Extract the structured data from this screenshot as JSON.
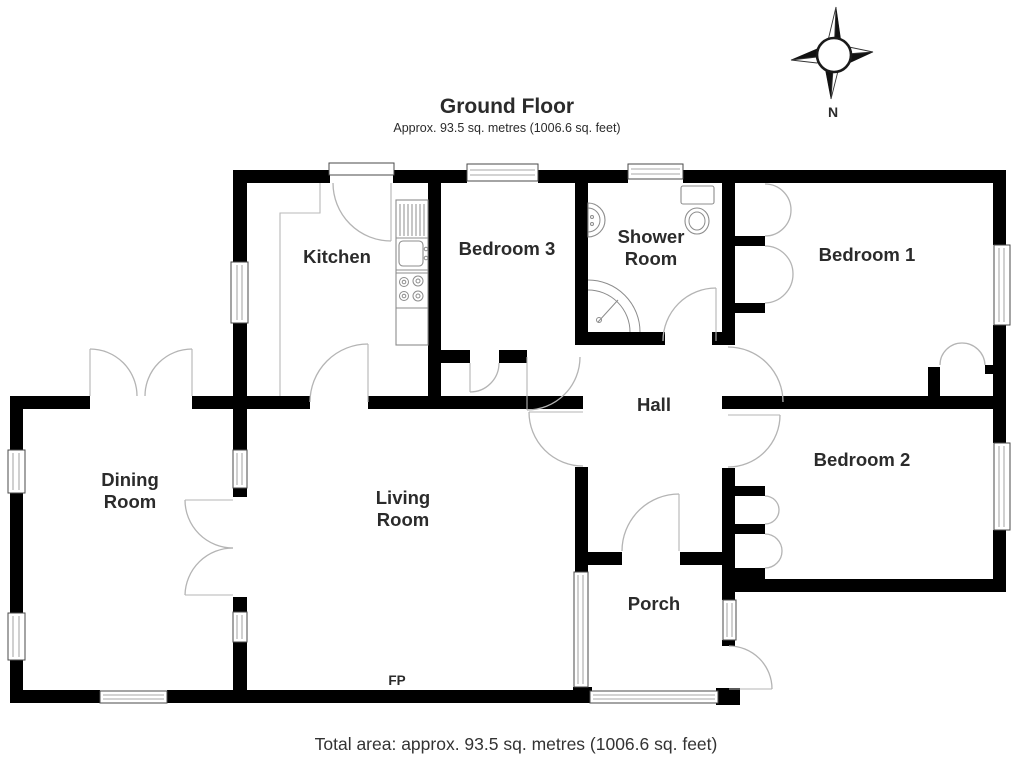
{
  "title": {
    "heading": "Ground Floor",
    "subtitle": "Approx. 93.5 sq. metres (1006.6 sq. feet)"
  },
  "footer": {
    "total_area": "Total area: approx. 93.5 sq. metres (1006.6 sq. feet)"
  },
  "compass": {
    "north": "N"
  },
  "rooms": {
    "kitchen": {
      "label": "Kitchen"
    },
    "bedroom3": {
      "label": "Bedroom 3"
    },
    "shower": {
      "line1": "Shower",
      "line2": "Room"
    },
    "bedroom1": {
      "label": "Bedroom 1"
    },
    "bedroom2": {
      "label": "Bedroom 2"
    },
    "dining": {
      "line1": "Dining",
      "line2": "Room"
    },
    "living": {
      "line1": "Living",
      "line2": "Room"
    },
    "hall": {
      "label": "Hall"
    },
    "porch": {
      "label": "Porch"
    },
    "fireplace": {
      "label": "FP"
    }
  },
  "colors": {
    "wall": "#000000",
    "door_line": "#b4b4b4",
    "text": "#2b2b2b",
    "background": "#ffffff"
  }
}
